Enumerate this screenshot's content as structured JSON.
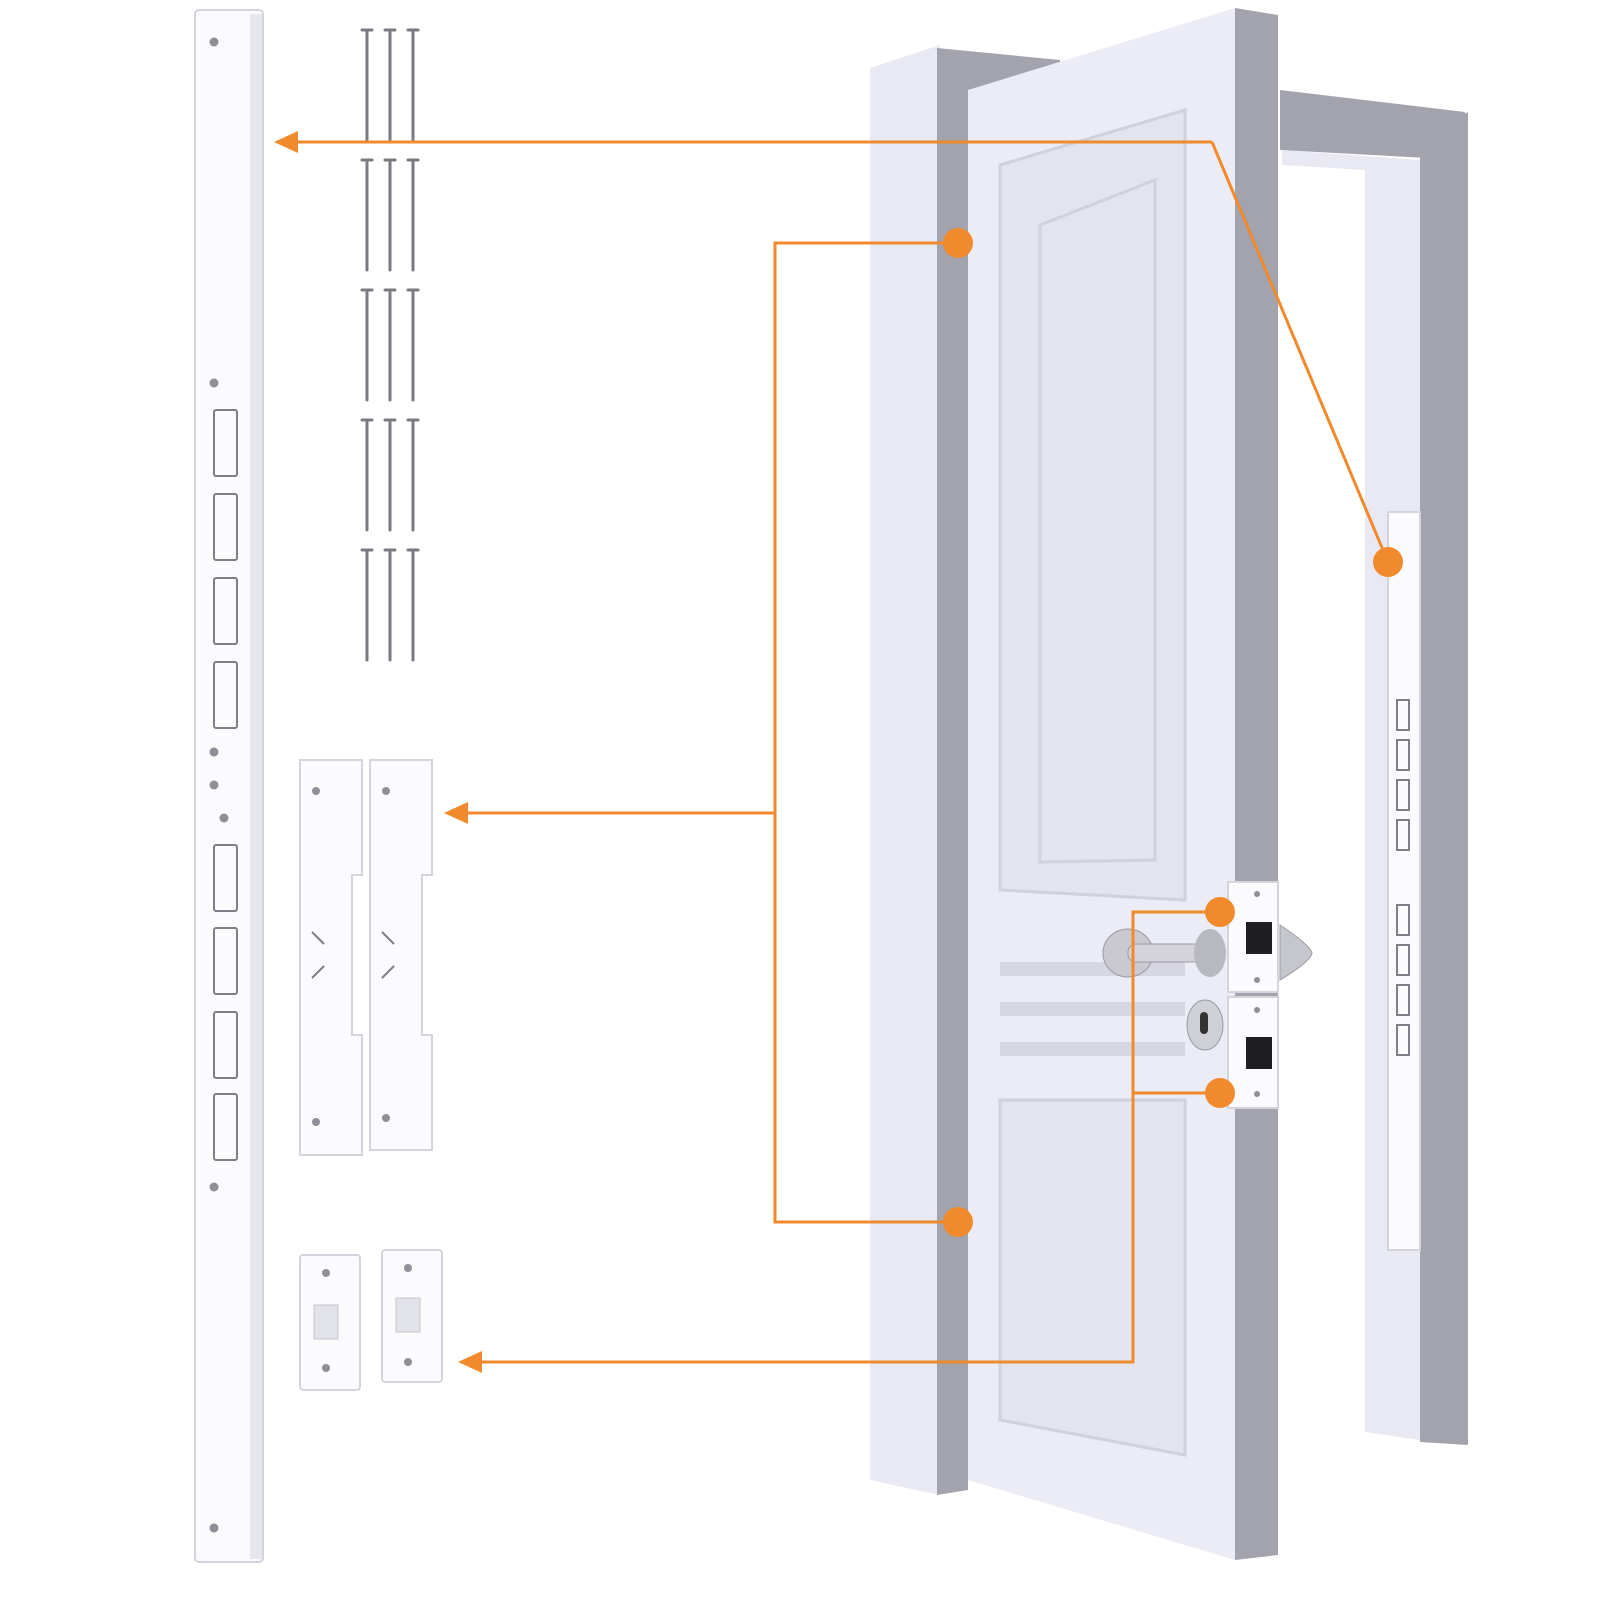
{
  "colors": {
    "accent": "#f08a2c",
    "door": "#ececf6",
    "frame_shadow": "#a3a3ad",
    "hardware": "#fbfbfd"
  },
  "parts": {
    "screw_count": 15,
    "hinge_plate_count": 2,
    "strike_plate_count": 2,
    "long_strip_count": 1
  }
}
